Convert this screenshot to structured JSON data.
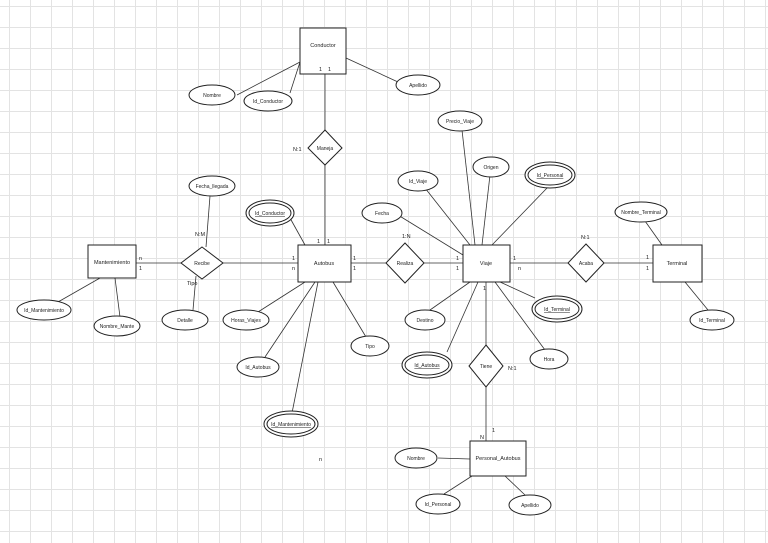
{
  "entities": {
    "conductor": "Conductor",
    "mantenimiento": "Mantenimiento",
    "autobus": "Autobus",
    "viaje": "Viaje",
    "terminal": "Terminal",
    "personal_autobus": "Personal_Autobus"
  },
  "relationships": {
    "maneja": "Maneja",
    "recibe": "Recibe",
    "realiza": "Realiza",
    "acaba": "Acaba",
    "tiene": "Tiene"
  },
  "attributes": {
    "nombre_conductor": "Nombre",
    "id_conductor_1": "Id_Conductor",
    "apellido_conductor": "Apellido",
    "fecha_llegada": "Fecha_llegada",
    "id_conductor_2": "Id_Conductor",
    "id_mantenimiento_1": "Id_Mantenimiento",
    "nombre_mante": "Nombre_Mante",
    "detalle": "Detalle",
    "horas_viajes": "Horas_Viajes",
    "id_autobus_1": "Id_Autobus",
    "tipo": "Tipo",
    "id_mantenimiento_2": "Id_Mantenimiento",
    "precio_viaje": "Precio_Viaje",
    "id_viaje": "Id_Viaje",
    "origen": "Origen",
    "id_personal_1": "Id_Personal",
    "fecha": "Fecha",
    "destino": "Destino",
    "id_terminal_1": "Id_Terminal",
    "id_autobus_2": "Id_Autobus",
    "hora": "Hora",
    "nombre_terminal": "Nombre_Terminal",
    "id_terminal_2": "Id_Terminal",
    "nombre_personal": "Nombre",
    "id_personal_2": "Id_Personal",
    "apellido_personal": "Apellido"
  },
  "cardinalities": {
    "maneja_label": "N:1",
    "recibe_label": "N:M",
    "realiza_label": "1:N",
    "acaba_label": "N:1",
    "tiene_label": "N:1",
    "c_conductor_left": "1",
    "c_conductor_right": "1",
    "c_autobus_top_left": "1",
    "c_autobus_top_right": "1",
    "c_autobus_left_1": "1",
    "c_autobus_left_n": "n",
    "c_autobus_right_1": "1",
    "c_autobus_right_2": "1",
    "c_mant_n": "n",
    "c_mant_1": "1",
    "c_viaje_left_1": "1",
    "c_viaje_left_2": "1",
    "c_viaje_right_1": "1",
    "c_viaje_right_n": "n",
    "c_terminal_1": "1",
    "c_terminal_2": "1",
    "c_viaje_bottom": "1",
    "c_tiene_1": "1",
    "c_personal_n": "N",
    "c_recibe_tipo": "Tipo",
    "c_stray_n": "n"
  }
}
